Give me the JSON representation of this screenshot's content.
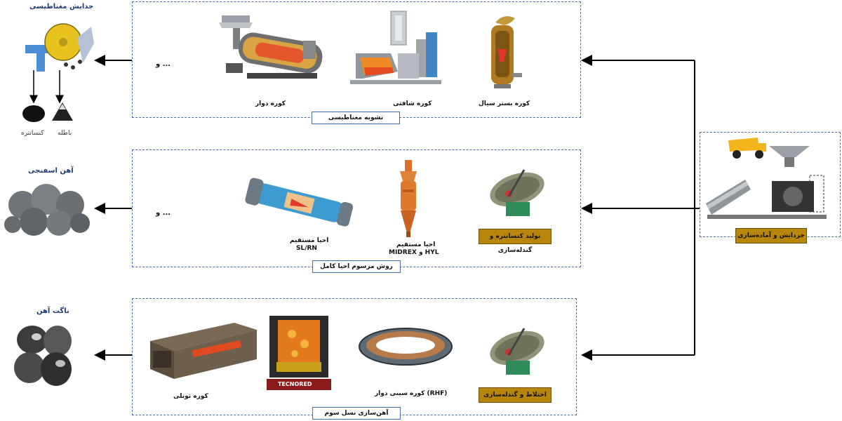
{
  "outputs": {
    "magnetic": "جدایش مغناطیسی",
    "concentrate": "کنسانتره",
    "tailings": "باطله",
    "sponge_iron": "آهن اسفنجی",
    "iron_nugget": "ناگت آهن"
  },
  "panel1": {
    "caption": "تشویه مغناطیسی",
    "etc": "و ...",
    "rotary_kiln": "کوره دوار",
    "shaft_furnace": "کوره شافتی",
    "fluid_bed": "کوره بستر سیال"
  },
  "panel2": {
    "caption": "روش مرسوم احیا کامل",
    "etc": "و ...",
    "slrn_line1": "احیا مستقیم",
    "slrn_line2": "SL/RN",
    "midrex_line1": "احیا مستقیم",
    "midrex_line2": "MIDREX و HYL",
    "pelletizing": "تولید کنسانتره و گندله‌سازی"
  },
  "panel3": {
    "caption": "آهن‌سازی نسل سوم",
    "tunnel_kiln": "کوره تونلی",
    "tecnored": "TECNORED",
    "rhf": "کوره سینی دوار (RHF)",
    "mixing": "اختلاط و گندله‌سازی"
  },
  "prep": {
    "caption": "خردایش و آماده‌سازی"
  },
  "colors": {
    "panel_border": "#4a6fa8",
    "gold_box": "#b8860b",
    "output_title": "#1f3b74"
  }
}
